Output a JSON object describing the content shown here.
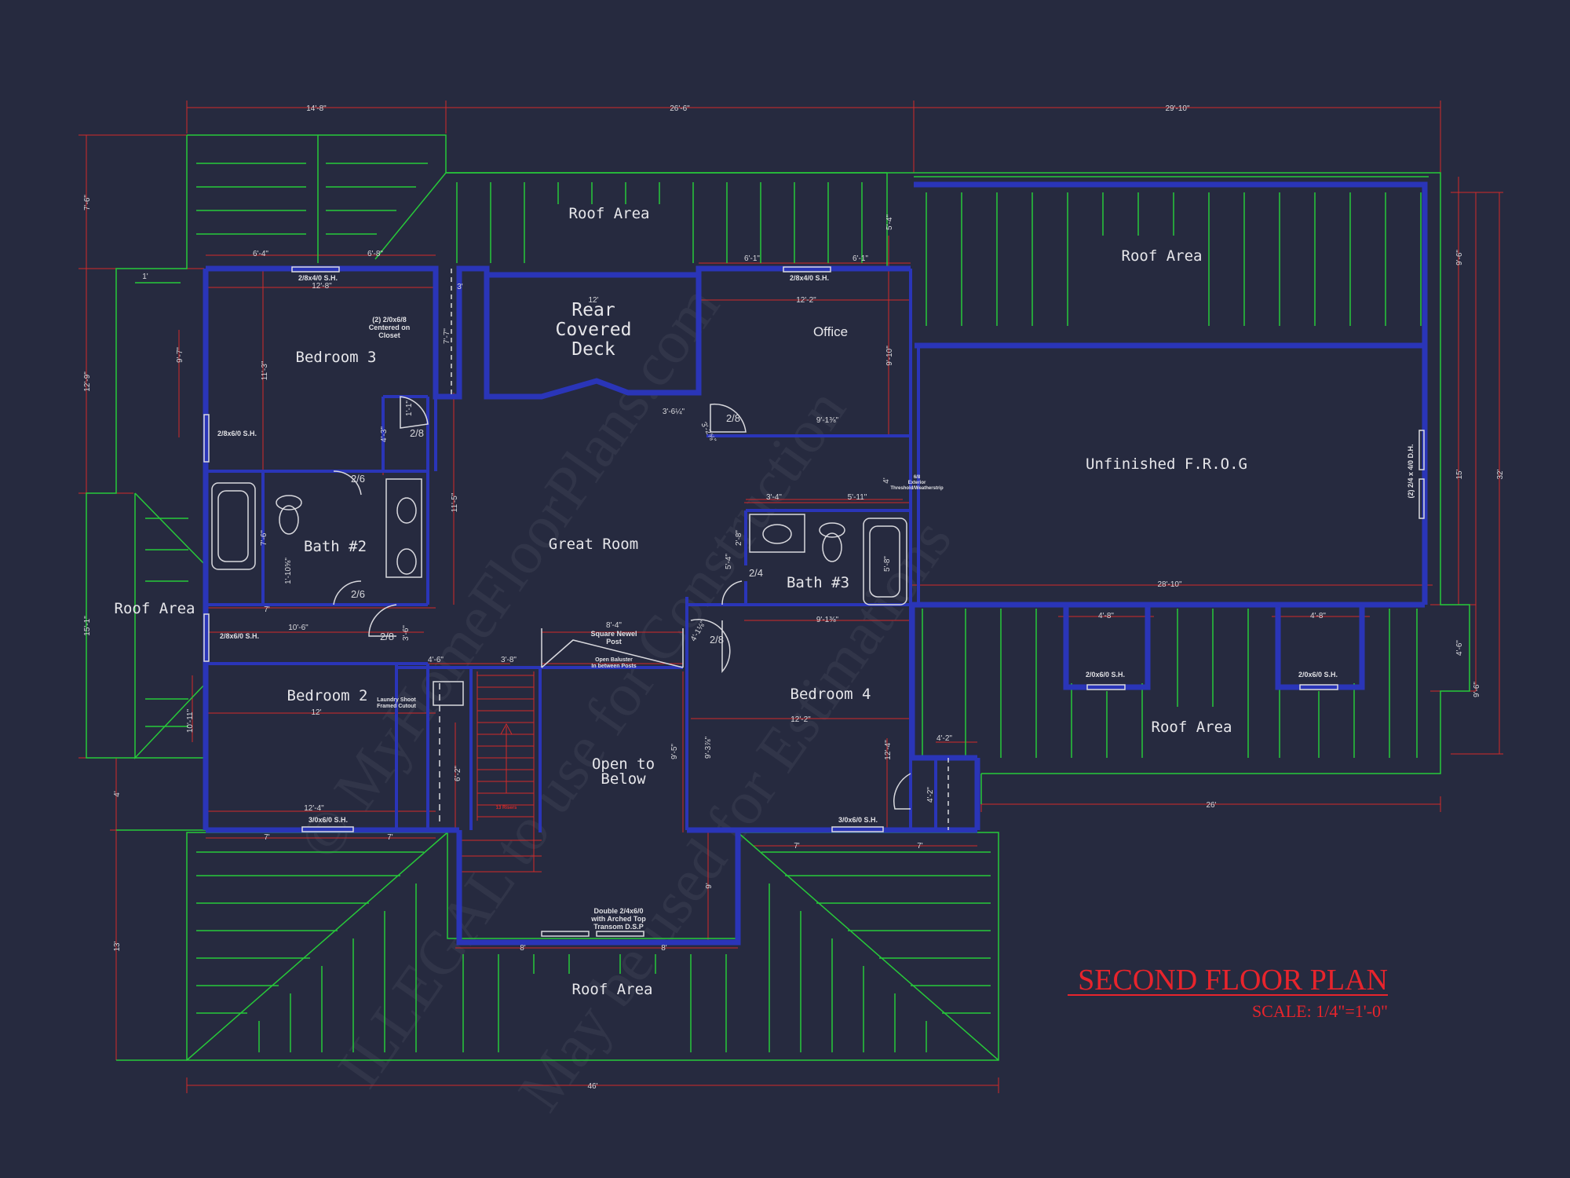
{
  "title": "SECOND FLOOR PLAN",
  "scale": "SCALE: 1/4\"=1'-0\"",
  "watermark": [
    "© MyHomeFloorPlans.com",
    "ILLEGAL to use for Construction",
    "May be used for Estimations"
  ],
  "rooms": {
    "roof_top": "Roof Area",
    "roof_top_right": "Roof Area",
    "roof_left": "Roof Area",
    "roof_right_bottom": "Roof Area",
    "roof_bottom": "Roof Area",
    "rear_deck_1": "Rear",
    "rear_deck_2": "Covered",
    "rear_deck_3": "Deck",
    "office": "Office",
    "bedroom3": "Bedroom 3",
    "bath2": "Bath #2",
    "great_room": "Great Room",
    "bath3": "Bath #3",
    "unfinished": "Unfinished F.R.O.G",
    "bedroom2": "Bedroom 2",
    "bedroom4": "Bedroom 4",
    "open_below_1": "Open to",
    "open_below_2": "Below"
  },
  "overall_dims": {
    "top_a": "14'-8\"",
    "top_b": "26'-6\"",
    "top_c": "29'-10\"",
    "bottom": "46'",
    "frog_bottom": "26'"
  },
  "dims": {
    "d_64": "6'-4\"",
    "d_68": "6'-8\"",
    "d_128": "12'-8\"",
    "d_61a": "6'-1\"",
    "d_61b": "6'-1\"",
    "d_12": "12'",
    "d_122": "12'-2\"",
    "d_3": "3'",
    "d_77": "7'-7\"",
    "d_97": "9'-7\"",
    "d_115": "11'-5\"",
    "d_129": "12'-9\"",
    "d_76": "7'-6\"",
    "d_1": "1'",
    "d_910": "9'-10\"",
    "d_54": "5'-4\"",
    "d_96": "9'-6\"",
    "d_15": "15'",
    "d_32": "32'",
    "d_96b": "9'-6\"",
    "d_46": "4'-6\"",
    "d_113": "11'-3\"",
    "d_43": "4'-3\"",
    "d_11": "1'-1\"",
    "d_76b": "7'-6\"",
    "d_1106": "1'-10⅝\"",
    "d_7": "7'",
    "d_106": "10'-6\"",
    "d_36": "3'-6\"",
    "d_46b": "4'-6\"",
    "d_38": "3'-8\"",
    "d_12b": "12'",
    "d_1011": "10'-11\"",
    "d_151": "15'-1\"",
    "d_4": "4'",
    "d_124": "12'-4\"",
    "d_7a": "7'",
    "d_7b": "7'",
    "d_62": "6'-2\"",
    "d_13": "13'",
    "d_364": "3'-6¼\"",
    "d_32b": "3'-2⅝\"",
    "d_913": "9'-1⅜\"",
    "d_34": "3'-4\"",
    "d_511": "5'-11\"",
    "d_28": "2'-8\"",
    "d_54b": "5'-4\"",
    "d_58": "5'-8\"",
    "d_2810": "28'-10\"",
    "d_48a": "4'-8\"",
    "d_48b": "4'-8\"",
    "d_913b": "9'-1⅜\"",
    "d_84": "8'-4\"",
    "d_4118": "4'-1⅛\"",
    "d_95": "9'-5\"",
    "d_938": "9'-3⅞\"",
    "d_122b": "12'-2\"",
    "d_124b": "12'-4\"",
    "d_42": "4'-2\"",
    "d_42b": "4'-2\"",
    "d_7c": "7'",
    "d_7d": "7'",
    "d_8a": "8'",
    "d_8b": "8'",
    "d_9": "9'",
    "d_4b": "4'"
  },
  "windows": {
    "w1": "2/8x4/0 S.H.",
    "w2": "2/8x4/0 S.H.",
    "w3": "2/8x6/0 S.H.",
    "w4": "2/8x6/0 S.H.",
    "w5": "3/0x6/0 S.H.",
    "w6": "3/0x6/0 S.H.",
    "w7": "2/0x6/0 S.H.",
    "w8": "2/0x6/0 S.H.",
    "w9": "(2) 2/4 x 4/0 D.H."
  },
  "doors": {
    "dr1": "2/8",
    "dr2": "2/6",
    "dr3": "2/6",
    "dr4": "2/8",
    "dr5": "2/8",
    "dr6": "2/4",
    "dr7": "2/8"
  },
  "notes": {
    "closet_1": "(2) 2/0x6/8",
    "closet_2": "Centered on",
    "closet_3": "Closet",
    "newel_1": "Square Newel",
    "newel_2": "Post",
    "baluster_1": "Open Baluster",
    "baluster_2": "In between Posts",
    "laundry_1": "Laundry Shoot",
    "laundry_2": "Framed Cutout",
    "ext_1": "6/8",
    "ext_2": "Exterior",
    "ext_3": "Threshold/Weatherstrip",
    "door_1": "Double 2/4x6/0",
    "door_2": "with Arched Top",
    "door_3": "Transom D.S.P",
    "stair": "13 Risers"
  }
}
